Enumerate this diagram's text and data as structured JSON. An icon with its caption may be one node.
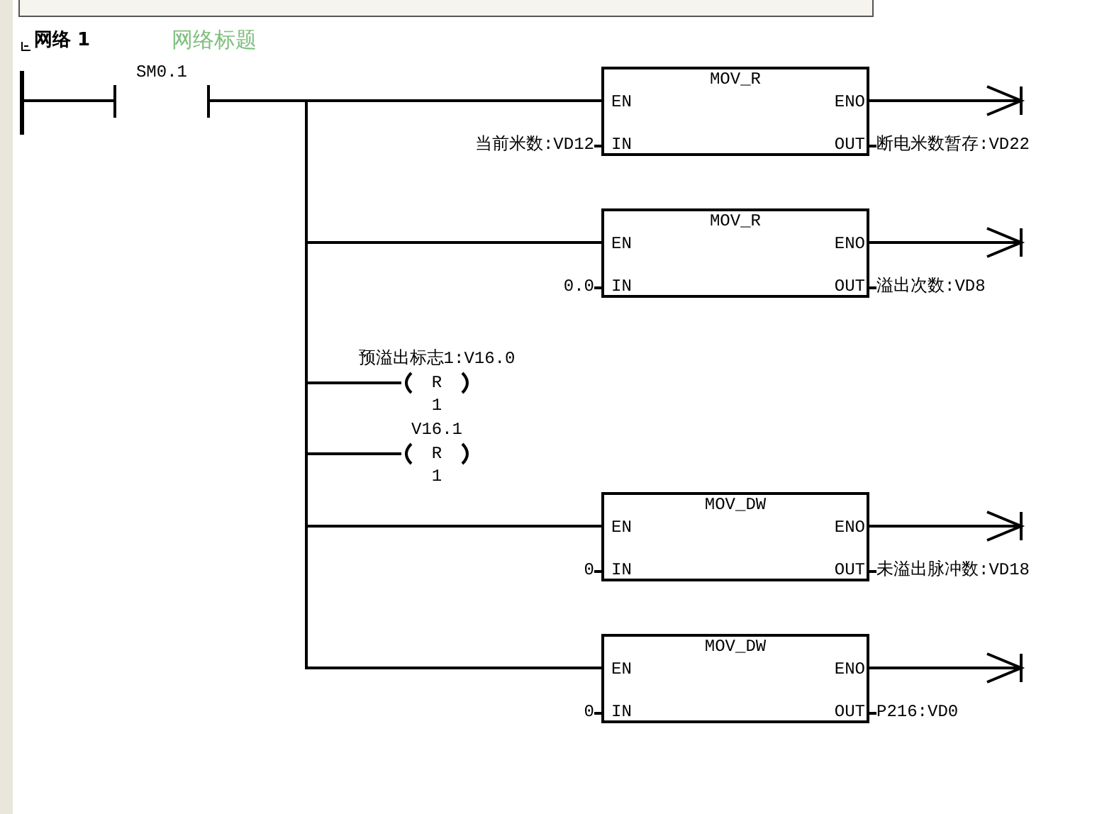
{
  "diagram": {
    "nodes": [
      {
        "text": [],
        "shape": "bar"
      },
      {
        "text": [
          "SM0.1"
        ]
      },
      {
        "text": [
          "MOV_R",
          "EN",
          "ENO",
          "IN",
          "OUT"
        ],
        "beside": [
          "当前米数:VD12",
          "断电米数暂存:VD22"
        ]
      },
      {
        "text": [
          "MOV_R",
          "EN",
          "ENO",
          "IN",
          "OUT"
        ],
        "beside": [
          "0.0",
          "溢出次数:VD8"
        ]
      },
      {
        "text": [
          "R",
          "1"
        ],
        "beside": [
          "预溢出标志1:V16.0"
        ]
      },
      {
        "text": [
          "R",
          "1"
        ],
        "beside": [
          "V16.1"
        ]
      },
      {
        "text": [
          "MOV_DW",
          "EN",
          "ENO",
          "IN",
          "OUT"
        ],
        "beside": [
          "0",
          "未溢出脉冲数:VD18"
        ]
      },
      {
        "text": [
          "MOV_DW",
          "EN",
          "ENO",
          "IN",
          "OUT"
        ],
        "beside": [
          "0",
          "P216:VD0"
        ]
      }
    ],
    "edges": [
      {
        "from": 0,
        "to": 1,
        "arrow": "none"
      },
      {
        "from": 1,
        "to": 2,
        "arrow": "none"
      },
      {
        "from": 1,
        "to": 3,
        "arrow": "none"
      },
      {
        "from": 1,
        "to": 4,
        "arrow": "none"
      },
      {
        "from": 1,
        "to": 5,
        "arrow": "none"
      },
      {
        "from": 1,
        "to": 6,
        "arrow": "none"
      },
      {
        "from": 1,
        "to": 7,
        "arrow": "none"
      },
      {
        "from": 2,
        "to": null,
        "arrow": "to"
      },
      {
        "from": 3,
        "to": null,
        "arrow": "to"
      },
      {
        "from": 6,
        "to": null,
        "arrow": "to"
      },
      {
        "from": 7,
        "to": null,
        "arrow": "to"
      }
    ],
    "labels": [
      "网络 1",
      "网络标题"
    ]
  }
}
